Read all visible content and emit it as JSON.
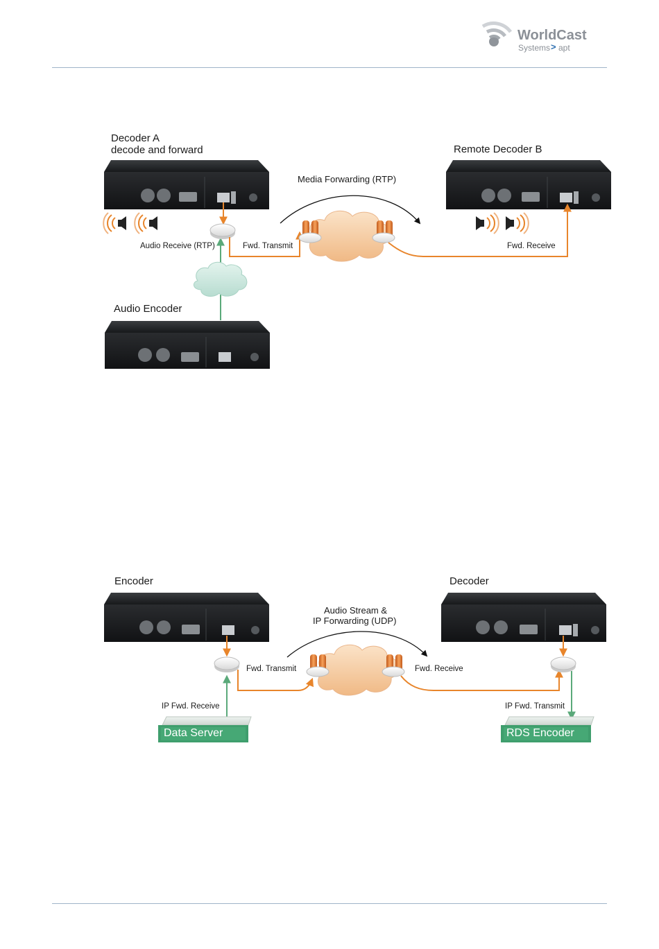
{
  "header": {
    "logo_main": "WorldCast",
    "logo_sub": "Systems",
    "logo_brand": "apt"
  },
  "diagram1": {
    "device_a_title_1": "Decoder A",
    "device_a_title_2": "decode and forward",
    "device_b_title": "Remote Decoder B",
    "device_c_title": "Audio Encoder",
    "media_forwarding_label": "Media Forwarding (RTP)",
    "audio_receive_label": "Audio Receive (RTP)",
    "fwd_transmit_label": "Fwd. Transmit",
    "fwd_receive_label": "Fwd. Receive"
  },
  "diagram2": {
    "encoder_title": "Encoder",
    "decoder_title": "Decoder",
    "stream_label_1": "Audio Stream &",
    "stream_label_2": "IP Forwarding (UDP)",
    "fwd_transmit_label": "Fwd. Transmit",
    "fwd_receive_label": "Fwd. Receive",
    "ip_fwd_receive_label": "IP Fwd. Receive",
    "ip_fwd_transmit_label": "IP Fwd. Transmit",
    "data_server_label": "Data Server",
    "rds_encoder_label": "RDS Encoder"
  },
  "colors": {
    "orange_link": "#e8852b",
    "green_link": "#5aa97a",
    "cloud": "#f6cfa6",
    "green_cloud": "#cfe9df",
    "device_body": "#1f2123",
    "box_green": "#3f9e6d"
  }
}
